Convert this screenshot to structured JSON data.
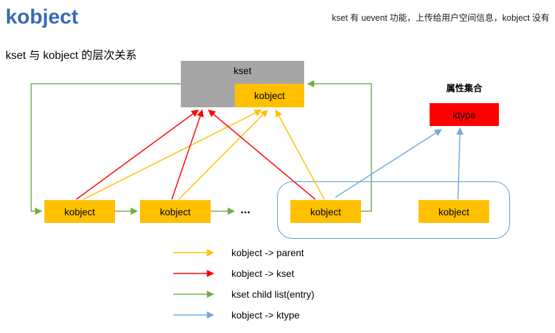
{
  "page": {
    "title": "kobject",
    "note": "kset 有 uevent 功能，上传给用户空间信息，kobject 没有",
    "subtitle": "kset 与 kobject 的层次关系"
  },
  "diagram": {
    "kset_box": {
      "label": "kset"
    },
    "kset_kobject_box": {
      "label": "kobject"
    },
    "ktype": {
      "caption": "属性集合",
      "label": "ktype"
    },
    "kobjects": [
      "kobject",
      "kobject",
      "kobject",
      "kobject"
    ],
    "ellipsis": "...",
    "colors": {
      "kset_box_fill": "#A6A6A6",
      "kobject_box_fill": "#FFC000",
      "ktype_box_fill": "#FF0000",
      "group_border": "#5B9BD5",
      "parent_arrow": "#FFC000",
      "kset_arrow": "#FF0000",
      "child_list_arrow": "#70AD47",
      "ktype_arrow": "#6FA8DC",
      "title_color": "#3A6BB5"
    }
  },
  "legend": {
    "items": [
      {
        "label": "kobject -> parent",
        "color": "#FFC000"
      },
      {
        "label": "kobject -> kset",
        "color": "#FF0000"
      },
      {
        "label": "kset child list(entry)",
        "color": "#70AD47"
      },
      {
        "label": "kobject -> ktype",
        "color": "#6FA8DC"
      }
    ]
  }
}
